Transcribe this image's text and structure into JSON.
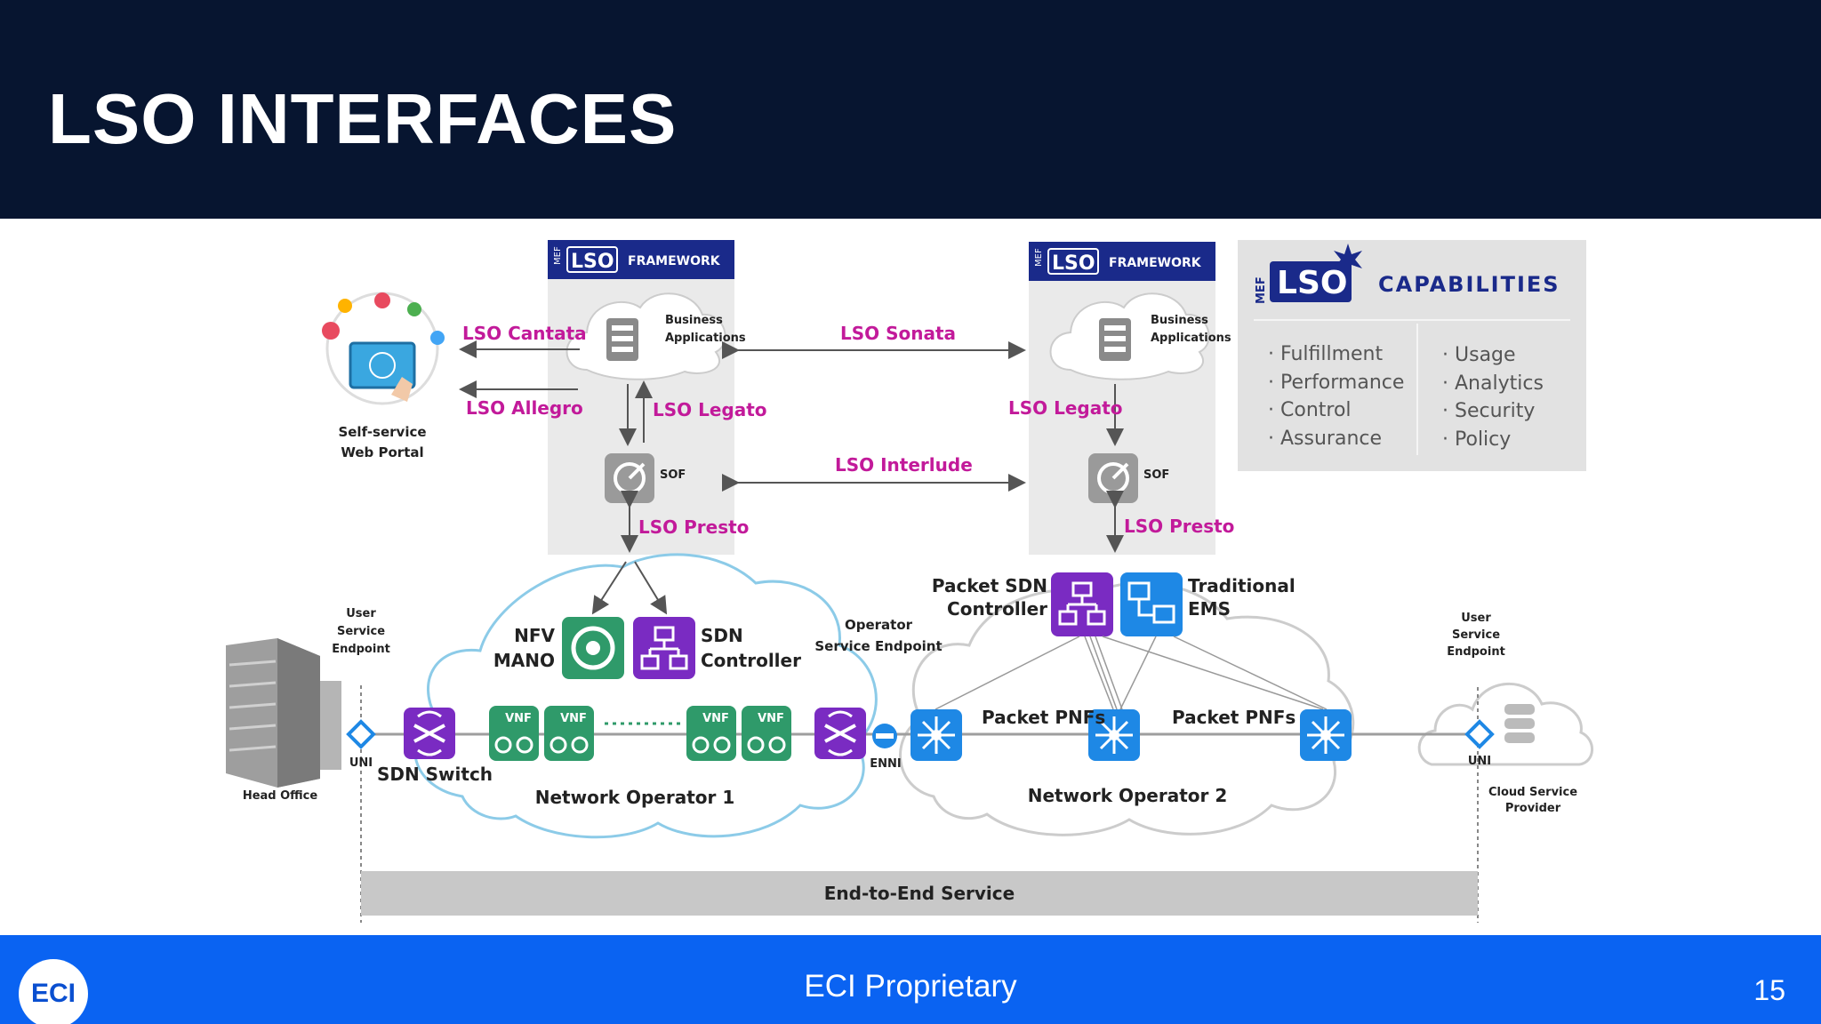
{
  "slide": {
    "title": "LSO INTERFACES"
  },
  "footer": {
    "logo": "ECI",
    "center": "ECI Proprietary",
    "page_number": "15"
  },
  "framework": {
    "mef": "MEF",
    "lso": "LSO",
    "label": "FRAMEWORK",
    "business_apps": [
      "Business",
      "Applications"
    ],
    "sof": "SOF"
  },
  "interfaces": {
    "cantata": "LSO Cantata",
    "allegro": "LSO Allegro",
    "sonata": "LSO Sonata",
    "legato": "LSO Legato",
    "interlude": "LSO Interlude",
    "presto": "LSO Presto"
  },
  "portal": {
    "line1": "Self-service",
    "line2": "Web Portal"
  },
  "capabilities": {
    "mef": "MEF",
    "lso": "LSO",
    "title": "CAPABILITIES",
    "col1": [
      "Fulfillment",
      "Performance",
      "Control",
      "Assurance"
    ],
    "col2": [
      "Usage",
      "Analytics",
      "Security",
      "Policy"
    ]
  },
  "network": {
    "nfv": [
      "NFV",
      "MANO"
    ],
    "sdn": [
      "SDN",
      "Controller"
    ],
    "packet_sdn": [
      "Packet SDN",
      "Controller"
    ],
    "traditional": [
      "Traditional",
      "EMS"
    ],
    "user_endpoint": [
      "User",
      "Service",
      "Endpoint"
    ],
    "operator_endpoint": [
      "Operator",
      "Service Endpoint"
    ],
    "vnf": "VNF",
    "uni": "UNI",
    "enni": "ENNI",
    "sdn_switch": "SDN Switch",
    "packet_pnfs": "Packet PNFs",
    "head_office": "Head Office",
    "cloud_provider": [
      "Cloud Service",
      "Provider"
    ],
    "operator1": "Network Operator 1",
    "operator2": "Network Operator 2",
    "e2e": "End-to-End Service"
  },
  "colors": {
    "header_bg": "#071530",
    "footer_bg": "#0a63f2",
    "interface_label": "#c21a9a",
    "vnf_green": "#2f9a6a",
    "sdn_purple": "#7a2bc2",
    "pnf_blue": "#1e88e5",
    "lso_navy": "#1a2a8a"
  }
}
